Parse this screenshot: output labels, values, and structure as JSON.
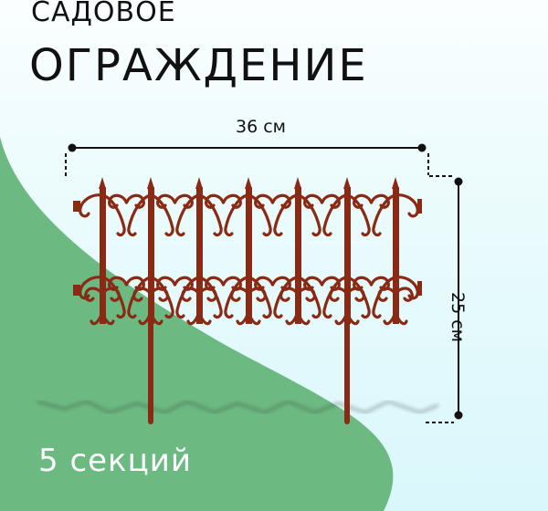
{
  "header": {
    "line1": "САДОВОЕ",
    "line2": "ОГРАЖДЕНИЕ"
  },
  "dimensions": {
    "width_label": "36 см",
    "height_label": "25 см"
  },
  "badge": {
    "sections_label": "5 секций"
  },
  "colors": {
    "background": "#dff8fb",
    "green_shape": "#6cba82",
    "fence": "#8b2a14",
    "text_dark": "#111111",
    "text_light": "#ffffff"
  },
  "product": {
    "item": "garden-fence",
    "post_count": 7,
    "stake_count": 2
  }
}
